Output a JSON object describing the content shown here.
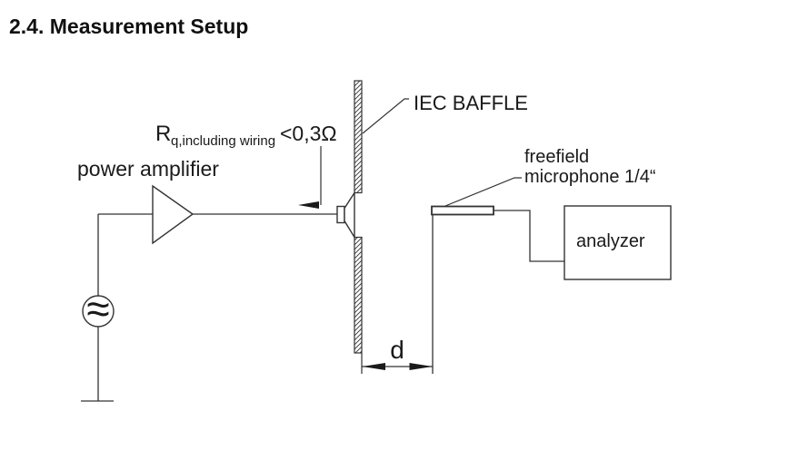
{
  "title": "2.4. Measurement Setup",
  "diagram": {
    "power_amplifier_label": "power amplifier",
    "resistance": {
      "symbol": "R",
      "subscript": "q,including wiring",
      "value": "<0,3Ω"
    },
    "iec_baffle_label": "IEC BAFFLE",
    "microphone_label_line1": "freefield",
    "microphone_label_line2": "microphone 1/4“",
    "analyzer_label": "analyzer",
    "distance_label": "d",
    "ac_source_symbol": "≈"
  },
  "colors": {
    "line": "#333333",
    "text": "#1a1a1a",
    "background": "#ffffff"
  }
}
